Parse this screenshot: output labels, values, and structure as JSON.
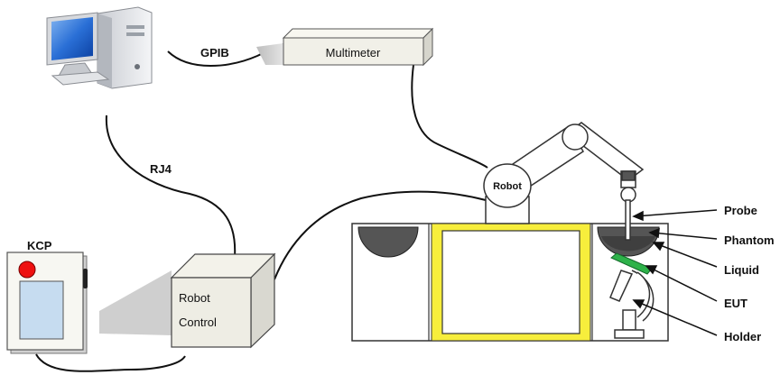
{
  "diagram": {
    "links": {
      "gpib": "GPIB",
      "rj4": "RJ4"
    },
    "devices": {
      "multimeter": "Multimeter",
      "kcp": "KCP",
      "robot_control_line1": "Robot",
      "robot_control_line2": "Control",
      "robot": "Robot"
    },
    "callouts": {
      "probe": "Probe",
      "phantom": "Phantom",
      "liquid": "Liquid",
      "eut": "EUT",
      "holder": "Holder"
    }
  }
}
